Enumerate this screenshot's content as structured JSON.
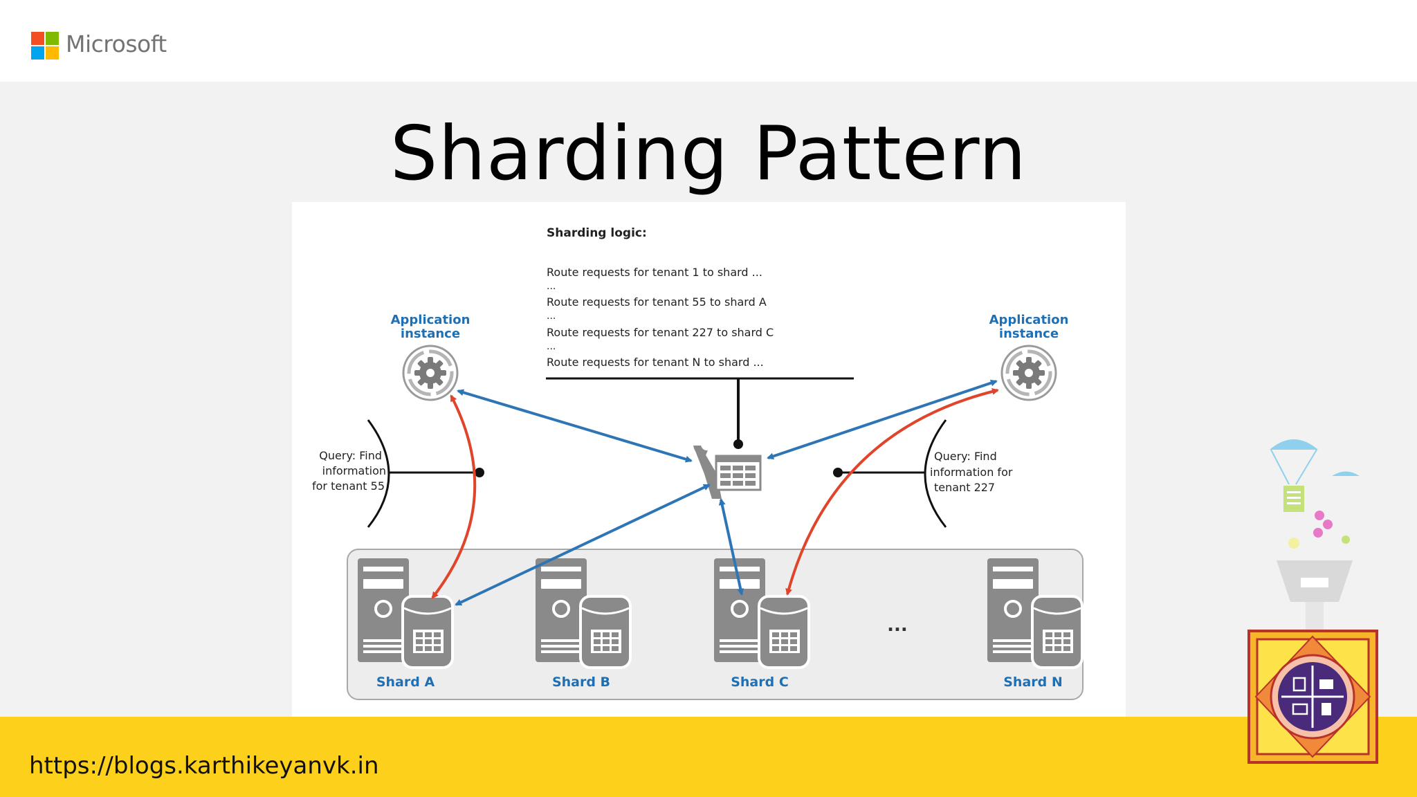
{
  "header": {
    "brand": "Microsoft"
  },
  "slide": {
    "title": "Sharding Pattern"
  },
  "diagram": {
    "logic_title": "Sharding logic:",
    "logic_lines": [
      "Route requests for tenant 1 to shard ...",
      "...",
      "Route requests for tenant 55 to shard A",
      "...",
      "Route requests for tenant 227 to shard C",
      "...",
      "Route requests for tenant N to shard ..."
    ],
    "app_left_label": [
      "Application",
      "instance"
    ],
    "app_right_label": [
      "Application",
      "instance"
    ],
    "query_left": [
      "Query: Find",
      "information",
      "for tenant 55"
    ],
    "query_right": [
      "Query: Find",
      "information for",
      "tenant 227"
    ],
    "shards": [
      "Shard A",
      "Shard B",
      "Shard C",
      "Shard N"
    ],
    "ellipsis": "...",
    "colors": {
      "blue": "#2e75b6",
      "red": "#e0452b",
      "server": "#8a8a8a",
      "label": "#1f6fb4"
    }
  },
  "footer": {
    "url": "https://blogs.karthikeyanvk.in"
  }
}
